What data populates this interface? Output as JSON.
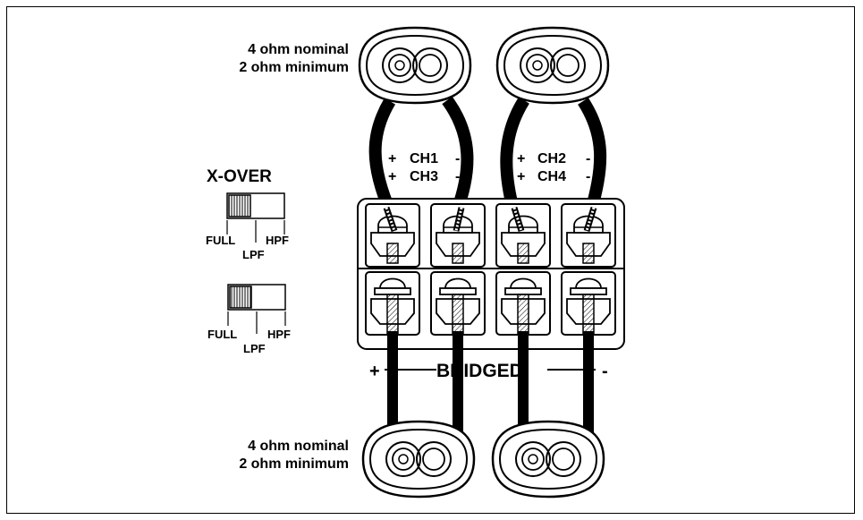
{
  "top_rating": {
    "line1": "4 ohm nominal",
    "line2": "2 ohm minimum"
  },
  "bottom_rating": {
    "line1": "4 ohm nominal",
    "line2": "2 ohm minimum"
  },
  "channels": {
    "left": {
      "top": {
        "plus": "+",
        "name": "CH1",
        "minus": "-"
      },
      "bottom": {
        "plus": "+",
        "name": "CH3",
        "minus": "-"
      }
    },
    "right": {
      "top": {
        "plus": "+",
        "name": "CH2",
        "minus": "-"
      },
      "bottom": {
        "plus": "+",
        "name": "CH4",
        "minus": "-"
      }
    }
  },
  "crossover": {
    "title": "X-OVER",
    "switch1": {
      "full": "FULL",
      "hpf": "HPF",
      "lpf": "LPF"
    },
    "switch2": {
      "full": "FULL",
      "hpf": "HPF",
      "lpf": "LPF"
    }
  },
  "bridged": {
    "plus": "+",
    "label": "BRIDGED",
    "minus": "-"
  }
}
